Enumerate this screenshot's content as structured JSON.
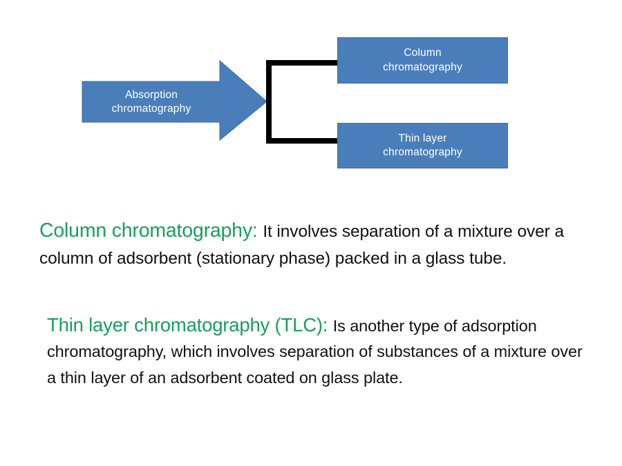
{
  "slide": {
    "title_visible": false,
    "background_color": "#ffffff"
  },
  "diagram": {
    "type": "flow",
    "accent_color": "#4a7ebb",
    "accent_border_color": "#3b6ba5",
    "connector_color": "#000000",
    "source": {
      "shape": "right-arrow",
      "label": "Absorption\nchromatography"
    },
    "branches": [
      {
        "shape": "rectangle",
        "label": "Column\nchromatography"
      },
      {
        "shape": "rectangle",
        "label": "Thin layer\nchromatography"
      }
    ]
  },
  "content": {
    "heading_color": "#16a05a",
    "body_color": "#111111",
    "paragraphs": [
      {
        "heading": "Column chromatography: ",
        "body": "It involves separation of a mixture over a column of adsorbent (stationary phase) packed in a glass tube."
      },
      {
        "heading": "Thin layer chromatography (TLC): ",
        "body": "Is another type of adsorption chromatography, which involves separation of substances of a mixture over a thin layer of an adsorbent coated on glass plate."
      }
    ]
  }
}
